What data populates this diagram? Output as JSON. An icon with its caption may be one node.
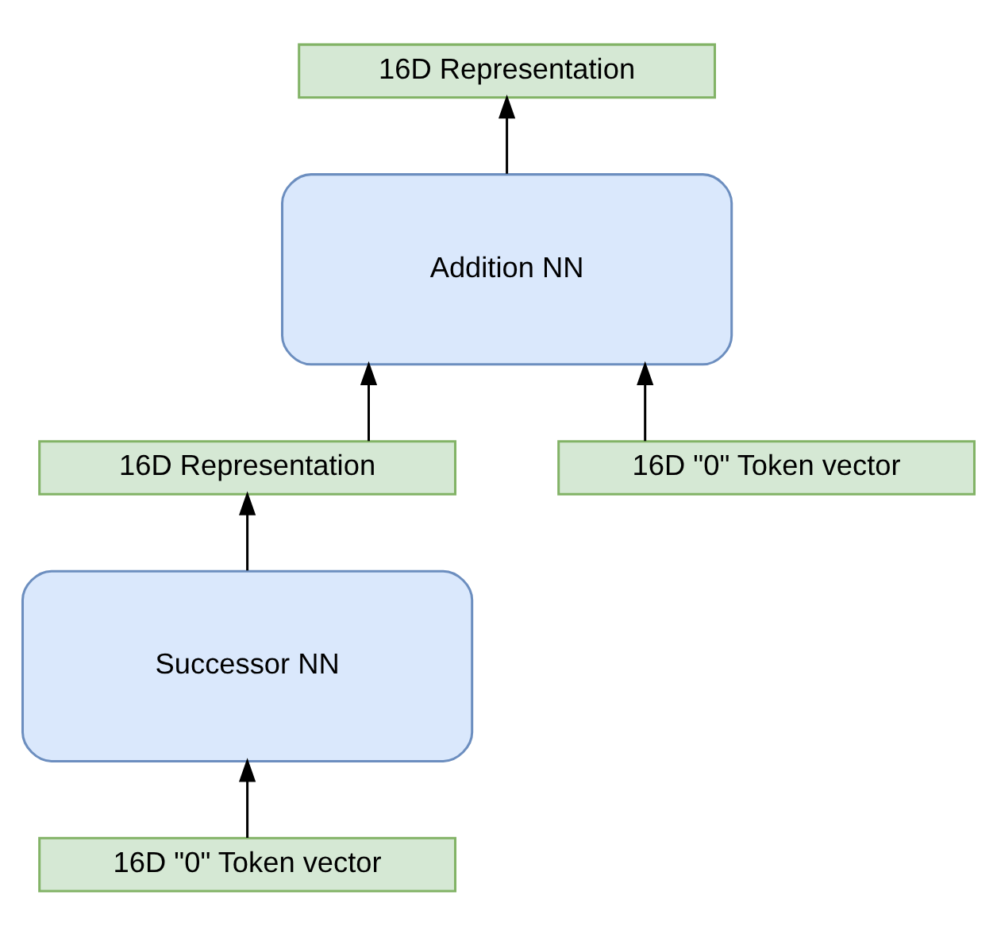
{
  "diagram": {
    "nodes": [
      {
        "text": [
          "16D Representation"
        ]
      },
      {
        "text": [
          "Addition NN"
        ]
      },
      {
        "text": [
          "16D Representation"
        ]
      },
      {
        "text": [
          "16D \"0\" Token vector"
        ]
      },
      {
        "text": [
          "Successor NN"
        ]
      },
      {
        "text": [
          "16D \"0\" Token vector"
        ]
      }
    ],
    "edges": [
      {
        "from": 1,
        "to": 0,
        "arrow": "to"
      },
      {
        "from": 2,
        "to": 1,
        "arrow": "to"
      },
      {
        "from": 3,
        "to": 1,
        "arrow": "to"
      },
      {
        "from": 4,
        "to": 2,
        "arrow": "to"
      },
      {
        "from": 5,
        "to": 4,
        "arrow": "to"
      }
    ]
  }
}
